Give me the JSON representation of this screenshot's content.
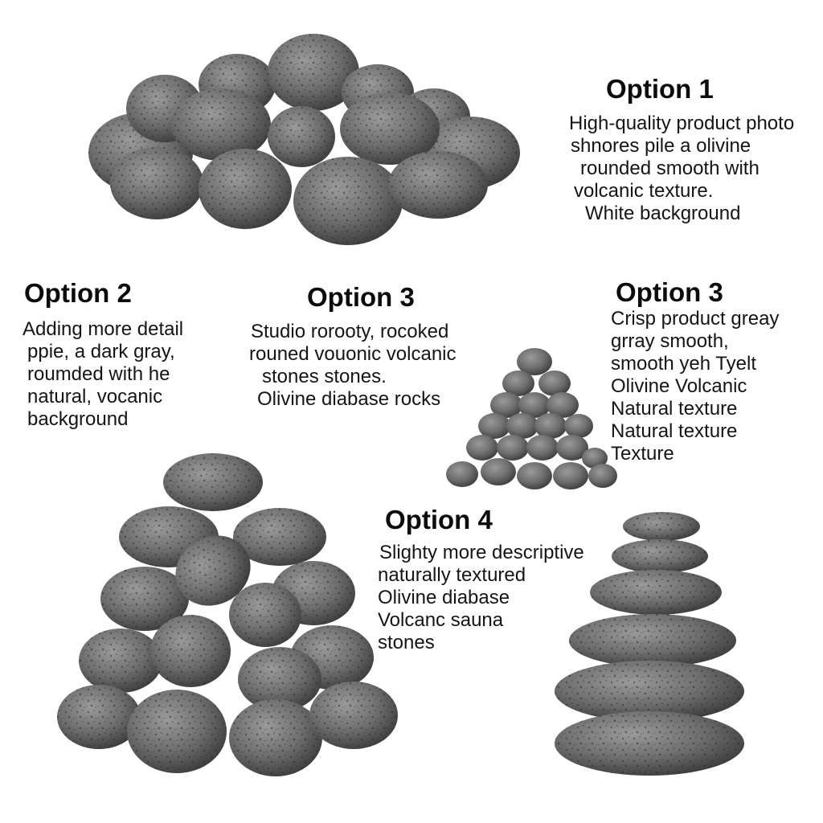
{
  "options": [
    {
      "heading": "Option 1",
      "lines": [
        "High-quality product photo",
        "shnores pile a olivine",
        "rounded smooth with",
        "volcanic texture.",
        "White background"
      ]
    },
    {
      "heading": "Option 2",
      "lines": [
        "Adding more detail",
        "ppie, a dark gray,",
        "roumded with he",
        "natural, vocanic",
        "background"
      ]
    },
    {
      "heading": "Option 3",
      "lines": [
        "Studio rorooty, rocoked",
        "rouned vouonic volcanic",
        "stones stones.",
        "Olivine diabase rocks"
      ]
    },
    {
      "heading": "Option 3",
      "lines": [
        "Crisp product greay",
        "grray smooth,",
        "smooth yeh Tyelt",
        "Olivine Volcanic",
        "Natural texture",
        "Natural texture",
        "Texture"
      ]
    },
    {
      "heading": "Option 4",
      "lines": [
        "Slighty more descriptive",
        "naturally textured",
        "Olivine diabase",
        "Volcanc sauna",
        "stones"
      ]
    }
  ],
  "images": [
    {
      "subject": "pile of rounded volcanic stones"
    },
    {
      "subject": "small pyramid of volcanic stones"
    },
    {
      "subject": "large pyramid of volcanic stones"
    },
    {
      "subject": "stacked cairn of flat volcanic stones"
    }
  ],
  "colors": {
    "stone_light": "#8a8a8a",
    "stone_mid": "#6a6a6a",
    "stone_dark": "#3f3f3f",
    "text": "#111111",
    "background": "#ffffff"
  }
}
